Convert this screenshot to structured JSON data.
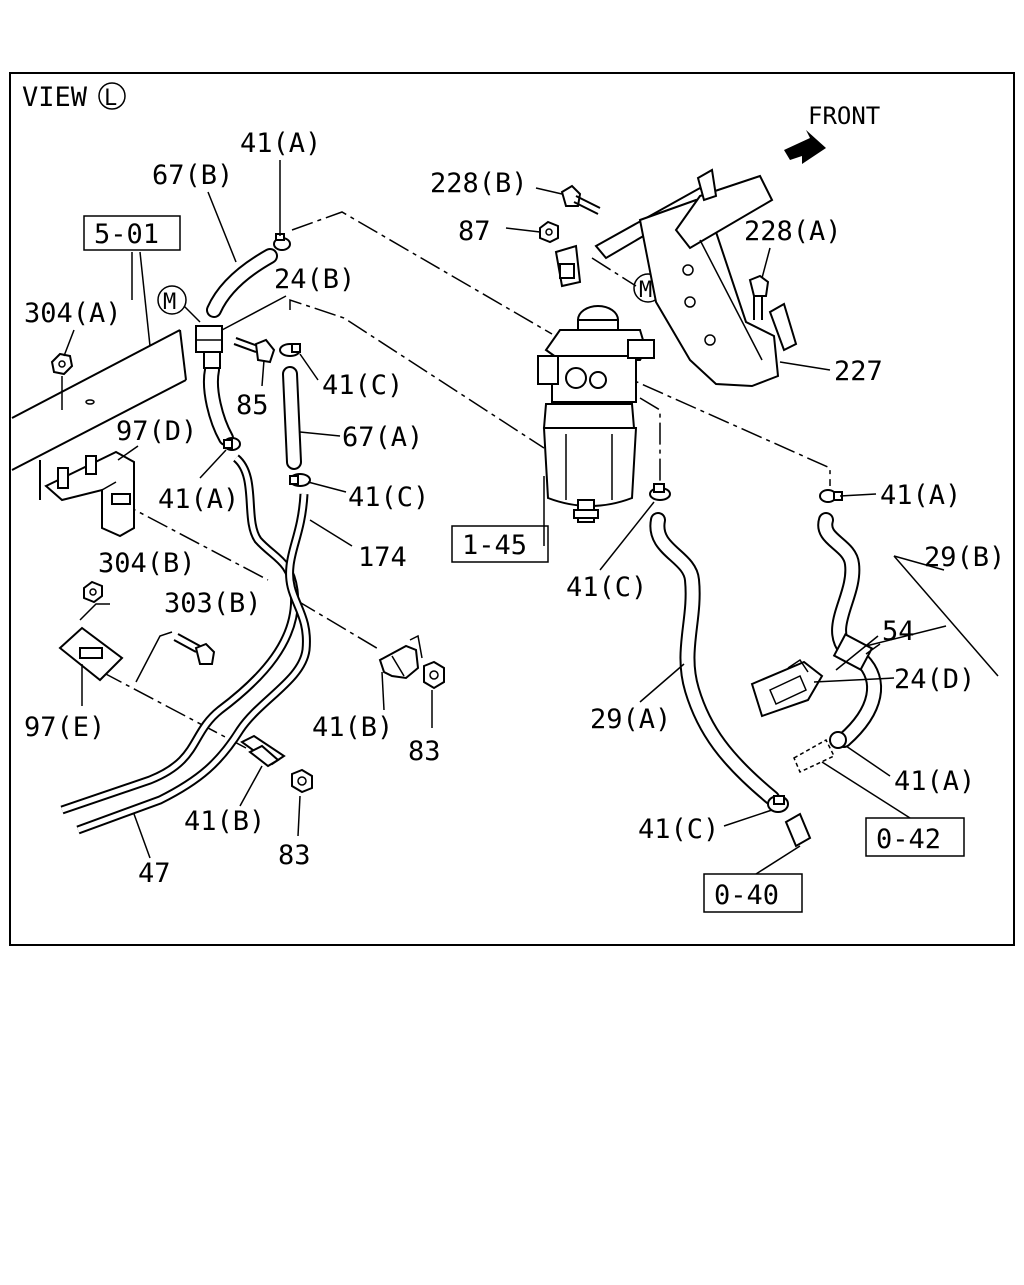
{
  "view": {
    "label": "VIEW",
    "letter": "L"
  },
  "front": "FRONT",
  "callouts": [
    "41(A)",
    "67(B)",
    "228(B)",
    "87",
    "228(A)",
    "5-01",
    "24(B)",
    "304(A)",
    "85",
    "41(C)",
    "67(A)",
    "227",
    "97(D)",
    "41(A)",
    "41(C)",
    "41(A)",
    "174",
    "1-45",
    "29(B)",
    "304(B)",
    "41(C)",
    "303(B)",
    "54",
    "24(D)",
    "97(E)",
    "41(B)",
    "83",
    "29(A)",
    "41(A)",
    "41(B)",
    "41(C)",
    "0-42",
    "83",
    "47",
    "0-40"
  ],
  "markers": [
    "M",
    "M"
  ]
}
